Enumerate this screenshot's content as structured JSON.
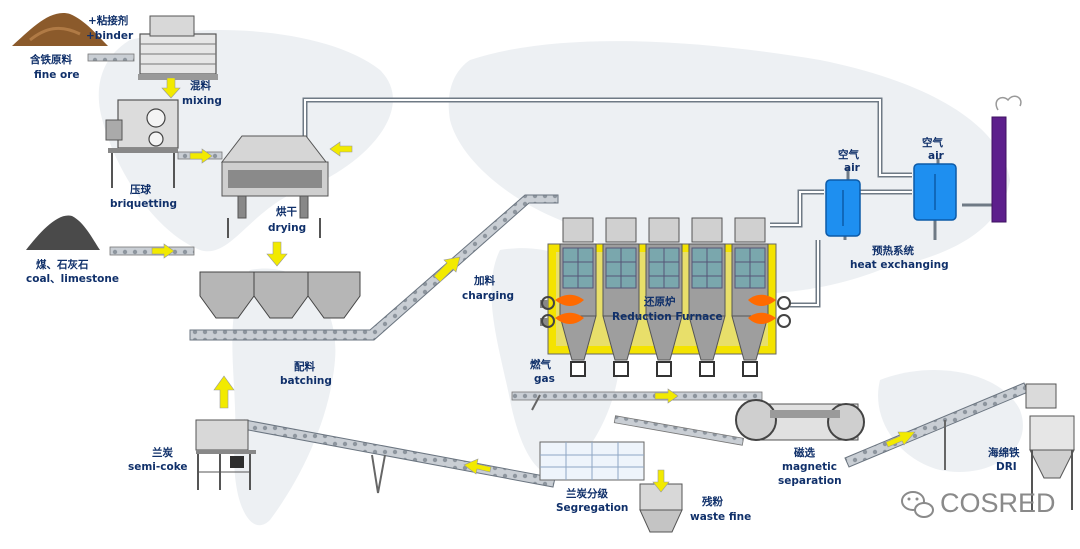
{
  "colors": {
    "label": "#10306a",
    "belt": "#9aa3ad",
    "arrow": "#f2ea00",
    "pipe": "#6f7a85",
    "hopper": "#b6b6b6",
    "water_tank": "#1e8ff0",
    "chimney": "#5d1f8c",
    "flame": "#ff6a00",
    "furnace_frame": "#f4e300",
    "furnace_body": "#9e9e9e",
    "furnace_chamber": "#7aa7ad",
    "ore": "#8b5a2b",
    "coal": "#4a4a4a",
    "map": "#edf0f3"
  },
  "labels": {
    "additive": "+粘接剂",
    "binder": "+binder",
    "ore_cn": "含铁原料",
    "ore_en": "fine ore",
    "mixing_cn": "混料",
    "mixing_en": "mixing",
    "briquetting_cn": "压球",
    "briquetting_en": "briquetting",
    "drying_cn": "烘干",
    "drying_en": "drying",
    "coal_cn": "煤、石灰石",
    "coal_en": "coal、limestone",
    "batching_cn": "配料",
    "batching_en": "batching",
    "charging_cn": "加料",
    "charging_en": "charging",
    "furnace_cn": "还原炉",
    "furnace_en": "Reduction Furnace",
    "gas_cn": "燃气",
    "gas_en": "gas",
    "air1_cn": "空气",
    "air1_en": "air",
    "air2_cn": "空气",
    "air2_en": "air",
    "heat_cn": "预热系统",
    "heat_en": "heat exchanging",
    "semicoke_cn": "兰炭",
    "semicoke_en": "semi-coke",
    "segregation_cn": "兰炭分级",
    "segregation_en": "Segregation",
    "waste_cn": "残粉",
    "waste_en": "waste fine",
    "magnetic_cn": "磁选",
    "magnetic_en1": "magnetic",
    "magnetic_en2": "separation",
    "dri_cn": "海绵铁",
    "dri_en": "DRI"
  },
  "brand": {
    "name": "COSRED",
    "icon": "wechat-icon"
  }
}
